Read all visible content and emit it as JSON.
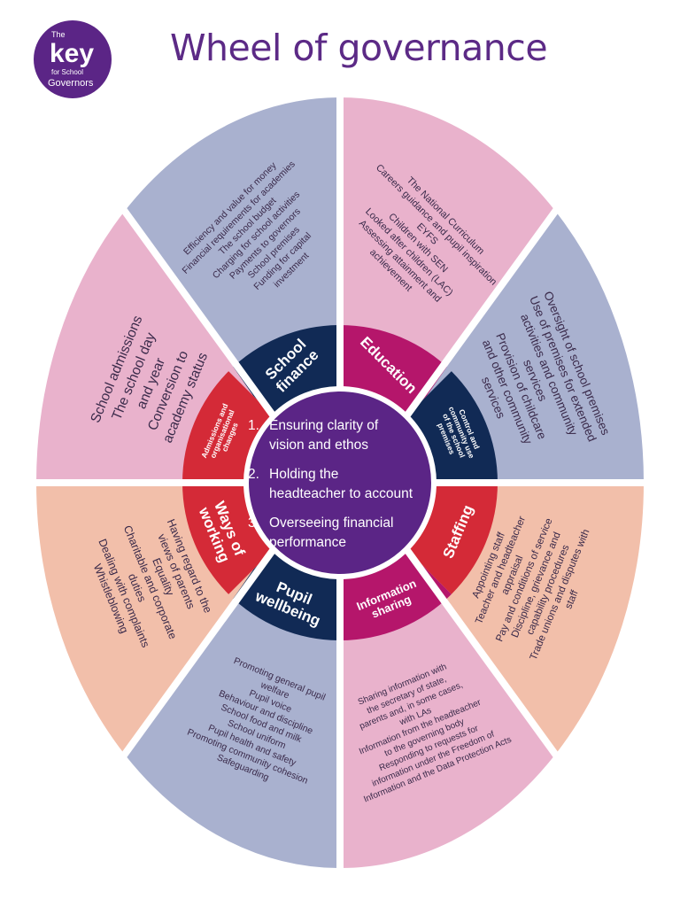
{
  "title": "Wheel of governance",
  "logo": {
    "line1": "The",
    "line2": "key",
    "line3": "for School",
    "line4": "Governors"
  },
  "colors": {
    "purple": "#5b2586",
    "navy": "#112a55",
    "magenta": "#b5166b",
    "red": "#d42a37",
    "lavender": "#a9b1cf",
    "pink": "#e9b2cc",
    "peach": "#f2bfaa"
  },
  "center": {
    "items": [
      {
        "num": "1.",
        "lines": [
          "Ensuring clarity of",
          "vision and ethos"
        ]
      },
      {
        "num": "2.",
        "lines": [
          "Holding the",
          "headteacher to account"
        ]
      },
      {
        "num": "3.",
        "lines": [
          "Overseeing financial",
          "performance"
        ]
      }
    ]
  },
  "sections": [
    {
      "id": "school-finance",
      "title": [
        "School",
        "finance"
      ],
      "items": [
        "Efficiency and value for money",
        "Financial requirements for academies",
        "The school budget",
        "Charging for school activities",
        "Payments to governors",
        "School premises",
        "Funding for capital",
        "investment"
      ]
    },
    {
      "id": "education",
      "title": [
        "Education"
      ],
      "items": [
        "The National Curriculum",
        "Careers guidance and pupil inspiration",
        "EYFS",
        "Children with SEN",
        "Looked after children (LAC)",
        "Assessing attainment and",
        "achievement"
      ]
    },
    {
      "id": "control-community",
      "title": [
        "Control and",
        "community use",
        "of the school",
        "premises"
      ],
      "items": [
        "Oversight of school premises",
        "Use of premises for extended",
        "activities and community",
        "services",
        "Provision of childcare",
        "and other community",
        "services"
      ]
    },
    {
      "id": "staffing",
      "title": [
        "Staffing"
      ],
      "items": [
        "Appointing staff",
        "Teacher and headteacher",
        "appraisal",
        "Pay and conditions of service",
        "Discipline, grievance and",
        "capability procedures",
        "Trade unions and disputes with",
        "staff"
      ]
    },
    {
      "id": "information-sharing",
      "title": [
        "Information",
        "sharing"
      ],
      "items": [
        "Sharing information with",
        "the secretary of state,",
        "parents and, in some cases,",
        "with LAs",
        "Information from the headteacher",
        "to the governing body",
        "Responding to requests for",
        "information under the Freedom of",
        "Information and the Data Protection Acts"
      ]
    },
    {
      "id": "pupil-wellbeing",
      "title": [
        "Pupil",
        "wellbeing"
      ],
      "items": [
        "Promoting general pupil",
        "welfare",
        "Pupil voice",
        "Behaviour and discipline",
        "School food and milk",
        "School uniform",
        "Pupil health and safety",
        "Promoting community cohesion",
        "Safeguarding"
      ]
    },
    {
      "id": "ways-of-working",
      "title": [
        "Ways of",
        "working"
      ],
      "items": [
        "Having regard to the",
        "views of parents",
        "Equality",
        "Charitable and corporate",
        "duties",
        "Dealing with complaints",
        "Whistleblowing"
      ]
    },
    {
      "id": "admissions",
      "title": [
        "Admissions and",
        "organisational",
        "changes"
      ],
      "items": [
        "School admissions",
        "The school day",
        "and year",
        "Conversion to",
        "academy status"
      ]
    }
  ]
}
